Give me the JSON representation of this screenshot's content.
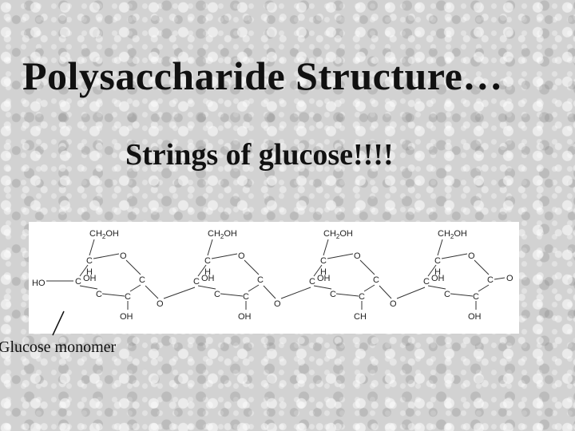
{
  "slide": {
    "title": "Polysaccharide Structure…",
    "subtitle": "Strings of glucose!!!!",
    "callout_label": "Glucose monomer"
  },
  "diagram": {
    "units": [
      {
        "ch2oh": "CH2OH",
        "left_group": "HO",
        "top_c": "C",
        "ring_o": "O",
        "left_c": "C",
        "right_c": "C",
        "bottom_left_c": "C",
        "bottom_right_c": "C",
        "h": "H",
        "oh_inner": "OH",
        "oh_bottom": "OH"
      },
      {
        "ch2oh": "CH2OH",
        "top_c": "C",
        "ring_o": "O",
        "left_c": "C",
        "right_c": "C",
        "bottom_left_c": "C",
        "bottom_right_c": "C",
        "h": "H",
        "oh_inner": "OH",
        "oh_bottom": "OH"
      },
      {
        "ch2oh": "CH2OH",
        "top_c": "C",
        "ring_o": "O",
        "left_c": "C",
        "right_c": "C",
        "bottom_left_c": "C",
        "bottom_right_c": "C",
        "h": "H",
        "oh_inner": "OH",
        "oh_bottom": "CH"
      },
      {
        "ch2oh": "CH2OH",
        "top_c": "C",
        "ring_o": "O",
        "left_c": "C",
        "right_c": "C",
        "bottom_left_c": "C",
        "bottom_right_c": "C",
        "h": "H",
        "oh_inner": "OH",
        "oh_bottom": "OH",
        "right_group": "O"
      }
    ],
    "linkages": [
      "O",
      "O",
      "O"
    ]
  }
}
